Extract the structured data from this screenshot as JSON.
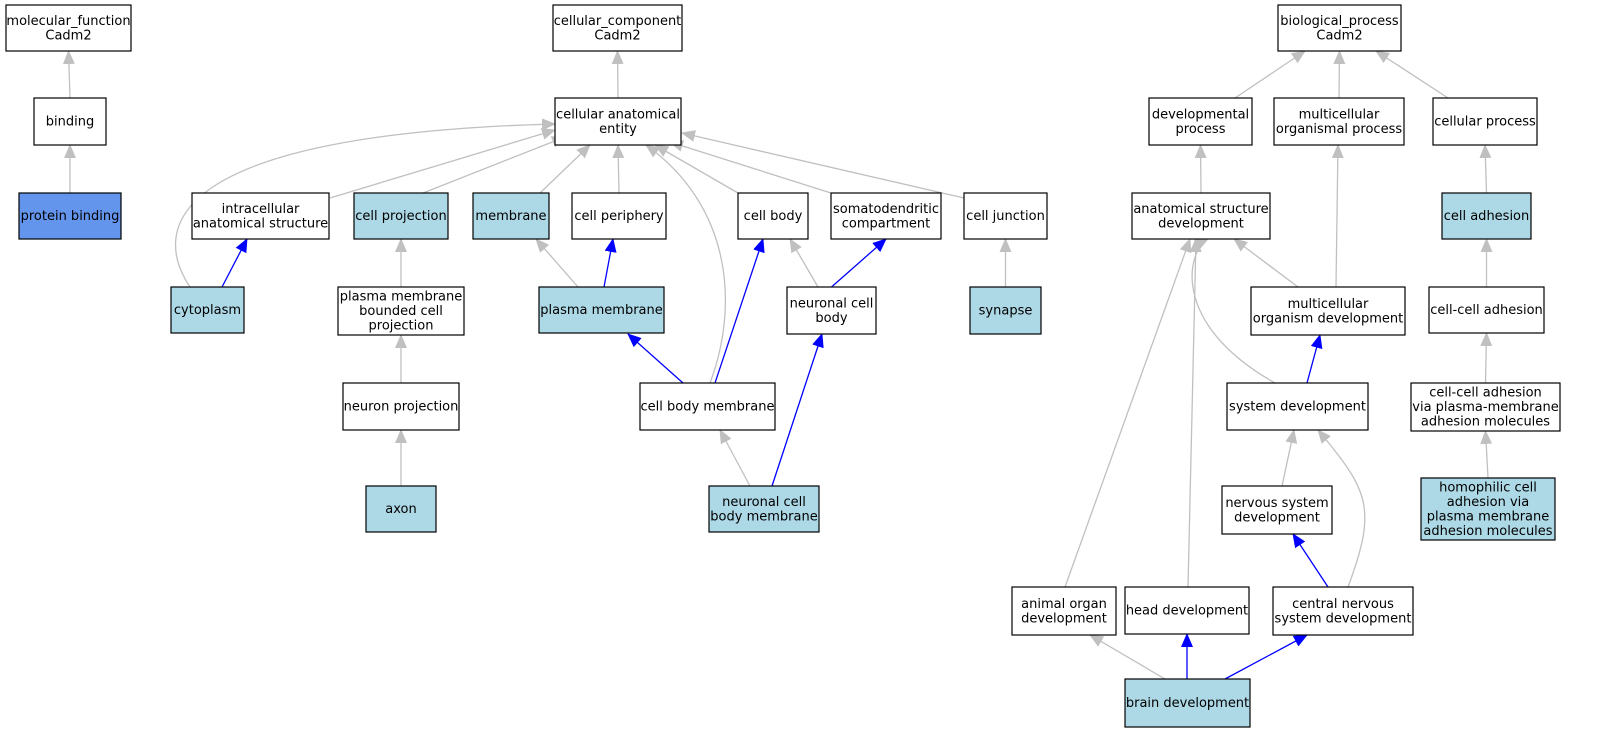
{
  "colors": {
    "default_fill": "#ffffff",
    "annotated_fill": "#add8e6",
    "highlight_fill": "#6495ed",
    "gray_edge": "#c0c0c0",
    "blue_edge": "#0000ff",
    "border": "#000000"
  },
  "nodes": [
    {
      "id": "mf_root",
      "lines": [
        "molecular_function",
        "Cadm2"
      ],
      "style": "default"
    },
    {
      "id": "binding",
      "lines": [
        "binding"
      ],
      "style": "default"
    },
    {
      "id": "protein_binding",
      "lines": [
        "protein binding"
      ],
      "style": "highlight"
    },
    {
      "id": "cc_root",
      "lines": [
        "cellular_component",
        "Cadm2"
      ],
      "style": "default"
    },
    {
      "id": "cae",
      "lines": [
        "cellular anatomical",
        "entity"
      ],
      "style": "default"
    },
    {
      "id": "intracellular",
      "lines": [
        "intracellular",
        "anatomical structure"
      ],
      "style": "default"
    },
    {
      "id": "cell_projection",
      "lines": [
        "cell projection"
      ],
      "style": "annotated"
    },
    {
      "id": "membrane",
      "lines": [
        "membrane"
      ],
      "style": "annotated"
    },
    {
      "id": "cell_periphery",
      "lines": [
        "cell periphery"
      ],
      "style": "default"
    },
    {
      "id": "cell_body",
      "lines": [
        "cell body"
      ],
      "style": "default"
    },
    {
      "id": "somatodendritic",
      "lines": [
        "somatodendritic",
        "compartment"
      ],
      "style": "default"
    },
    {
      "id": "cell_junction",
      "lines": [
        "cell junction"
      ],
      "style": "default"
    },
    {
      "id": "cytoplasm",
      "lines": [
        "cytoplasm"
      ],
      "style": "annotated"
    },
    {
      "id": "pm_bounded",
      "lines": [
        "plasma membrane",
        "bounded cell",
        "projection"
      ],
      "style": "default"
    },
    {
      "id": "plasma_membrane",
      "lines": [
        "plasma membrane"
      ],
      "style": "annotated"
    },
    {
      "id": "neuronal_cell_body",
      "lines": [
        "neuronal cell",
        "body"
      ],
      "style": "default"
    },
    {
      "id": "synapse",
      "lines": [
        "synapse"
      ],
      "style": "annotated"
    },
    {
      "id": "neuron_projection",
      "lines": [
        "neuron projection"
      ],
      "style": "default"
    },
    {
      "id": "cell_body_membrane",
      "lines": [
        "cell body membrane"
      ],
      "style": "default"
    },
    {
      "id": "axon",
      "lines": [
        "axon"
      ],
      "style": "annotated"
    },
    {
      "id": "ncb_membrane",
      "lines": [
        "neuronal cell",
        "body membrane"
      ],
      "style": "annotated"
    },
    {
      "id": "bp_root",
      "lines": [
        "biological_process",
        "Cadm2"
      ],
      "style": "default"
    },
    {
      "id": "dev_process",
      "lines": [
        "developmental",
        "process"
      ],
      "style": "default"
    },
    {
      "id": "mc_org_process",
      "lines": [
        "multicellular",
        "organismal process"
      ],
      "style": "default"
    },
    {
      "id": "cellular_process",
      "lines": [
        "cellular process"
      ],
      "style": "default"
    },
    {
      "id": "asd",
      "lines": [
        "anatomical structure",
        "development"
      ],
      "style": "default"
    },
    {
      "id": "cell_adhesion",
      "lines": [
        "cell adhesion"
      ],
      "style": "annotated"
    },
    {
      "id": "mc_org_dev",
      "lines": [
        "multicellular",
        "organism development"
      ],
      "style": "default"
    },
    {
      "id": "cc_adhesion",
      "lines": [
        "cell-cell adhesion"
      ],
      "style": "default"
    },
    {
      "id": "system_dev",
      "lines": [
        "system development"
      ],
      "style": "default"
    },
    {
      "id": "cc_adhesion_pm",
      "lines": [
        "cell-cell adhesion",
        "via plasma-membrane",
        "adhesion molecules"
      ],
      "style": "default"
    },
    {
      "id": "nervous_dev",
      "lines": [
        "nervous system",
        "development"
      ],
      "style": "default"
    },
    {
      "id": "homophilic",
      "lines": [
        "homophilic cell",
        "adhesion via",
        "plasma membrane",
        "adhesion molecules"
      ],
      "style": "annotated"
    },
    {
      "id": "animal_organ",
      "lines": [
        "animal organ",
        "development"
      ],
      "style": "default"
    },
    {
      "id": "head_dev",
      "lines": [
        "head development"
      ],
      "style": "default"
    },
    {
      "id": "cns_dev",
      "lines": [
        "central nervous",
        "system development"
      ],
      "style": "default"
    },
    {
      "id": "brain_dev",
      "lines": [
        "brain development"
      ],
      "style": "annotated"
    }
  ],
  "edges": [
    {
      "from": "binding",
      "to": "mf_root",
      "color": "gray"
    },
    {
      "from": "protein_binding",
      "to": "binding",
      "color": "gray"
    },
    {
      "from": "cae",
      "to": "cc_root",
      "color": "gray"
    },
    {
      "from": "intracellular",
      "to": "cae",
      "color": "gray"
    },
    {
      "from": "cell_projection",
      "to": "cae",
      "color": "gray"
    },
    {
      "from": "membrane",
      "to": "cae",
      "color": "gray"
    },
    {
      "from": "cell_periphery",
      "to": "cae",
      "color": "gray"
    },
    {
      "from": "cell_body",
      "to": "cae",
      "color": "gray"
    },
    {
      "from": "somatodendritic",
      "to": "cae",
      "color": "gray"
    },
    {
      "from": "cell_junction",
      "to": "cae",
      "color": "gray"
    },
    {
      "from": "cytoplasm",
      "to": "cae",
      "color": "gray",
      "curve": "left"
    },
    {
      "from": "cell_body_membrane",
      "to": "cae",
      "color": "gray",
      "curve": "right"
    },
    {
      "from": "cytoplasm",
      "to": "intracellular",
      "color": "blue"
    },
    {
      "from": "pm_bounded",
      "to": "cell_projection",
      "color": "gray"
    },
    {
      "from": "plasma_membrane",
      "to": "membrane",
      "color": "gray"
    },
    {
      "from": "plasma_membrane",
      "to": "cell_periphery",
      "color": "blue"
    },
    {
      "from": "neuronal_cell_body",
      "to": "cell_body",
      "color": "gray"
    },
    {
      "from": "neuronal_cell_body",
      "to": "somatodendritic",
      "color": "blue"
    },
    {
      "from": "synapse",
      "to": "cell_junction",
      "color": "gray"
    },
    {
      "from": "neuron_projection",
      "to": "pm_bounded",
      "color": "gray"
    },
    {
      "from": "cell_body_membrane",
      "to": "plasma_membrane",
      "color": "blue"
    },
    {
      "from": "cell_body_membrane",
      "to": "cell_body",
      "color": "blue"
    },
    {
      "from": "axon",
      "to": "neuron_projection",
      "color": "gray"
    },
    {
      "from": "ncb_membrane",
      "to": "cell_body_membrane",
      "color": "gray"
    },
    {
      "from": "ncb_membrane",
      "to": "neuronal_cell_body",
      "color": "blue"
    },
    {
      "from": "dev_process",
      "to": "bp_root",
      "color": "gray"
    },
    {
      "from": "mc_org_process",
      "to": "bp_root",
      "color": "gray"
    },
    {
      "from": "cellular_process",
      "to": "bp_root",
      "color": "gray"
    },
    {
      "from": "asd",
      "to": "dev_process",
      "color": "gray"
    },
    {
      "from": "cell_adhesion",
      "to": "cellular_process",
      "color": "gray"
    },
    {
      "from": "mc_org_dev",
      "to": "asd",
      "color": "gray"
    },
    {
      "from": "mc_org_dev",
      "to": "mc_org_process",
      "color": "gray"
    },
    {
      "from": "cc_adhesion",
      "to": "cell_adhesion",
      "color": "gray"
    },
    {
      "from": "system_dev",
      "to": "asd",
      "color": "gray",
      "curve": "left"
    },
    {
      "from": "system_dev",
      "to": "mc_org_dev",
      "color": "blue"
    },
    {
      "from": "cc_adhesion_pm",
      "to": "cc_adhesion",
      "color": "gray"
    },
    {
      "from": "nervous_dev",
      "to": "system_dev",
      "color": "gray"
    },
    {
      "from": "homophilic",
      "to": "cc_adhesion_pm",
      "color": "gray"
    },
    {
      "from": "animal_organ",
      "to": "asd",
      "color": "gray"
    },
    {
      "from": "head_dev",
      "to": "asd",
      "color": "gray"
    },
    {
      "from": "cns_dev",
      "to": "nervous_dev",
      "color": "blue"
    },
    {
      "from": "cns_dev",
      "to": "system_dev",
      "color": "gray",
      "curve": "right"
    },
    {
      "from": "brain_dev",
      "to": "animal_organ",
      "color": "gray"
    },
    {
      "from": "brain_dev",
      "to": "head_dev",
      "color": "blue"
    },
    {
      "from": "brain_dev",
      "to": "cns_dev",
      "color": "blue"
    }
  ]
}
